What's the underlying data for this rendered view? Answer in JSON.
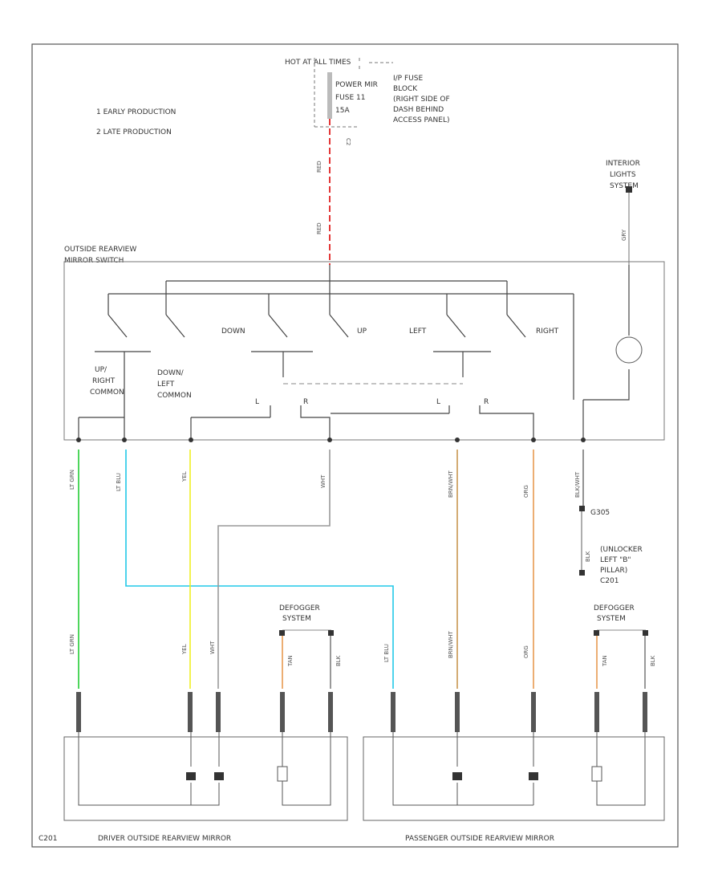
{
  "notes": {
    "early": "1  EARLY PRODUCTION",
    "late": "2  LATE PRODUCTION"
  },
  "power": {
    "hot": "HOT AT ALL TIMES",
    "fuse_lines": [
      "POWER MIR",
      "FUSE 11",
      "15A"
    ],
    "ip_fuse": [
      "I/P FUSE",
      "BLOCK",
      "(RIGHT SIDE OF",
      "DASH BEHIND",
      "ACCESS PANEL)"
    ],
    "c2": "C2"
  },
  "interior": [
    "INTERIOR",
    "LIGHTS",
    "SYSTEM"
  ],
  "switch": {
    "title": [
      "OUTSIDE REARVIEW",
      "MIRROR SWITCH"
    ],
    "down": "DOWN",
    "up": "UP",
    "left": "LEFT",
    "right": "RIGHT",
    "up_right_common": [
      "UP/",
      "RIGHT",
      "COMMON"
    ],
    "down_left_common": [
      "DOWN/",
      "LEFT",
      "COMMON"
    ],
    "L": "L",
    "R": "R"
  },
  "wires": {
    "red": "RED",
    "gry": "GRY",
    "lt_grn": "LT GRN",
    "lt_blu": "LT BLU",
    "yel": "YEL",
    "wht": "WHT",
    "brn": "BRN/WHT",
    "org": "ORG",
    "blk_wht": "BLK/WHT",
    "blk": "BLK",
    "tan": "TAN",
    "blk2": "BLK"
  },
  "ground": {
    "id": "G305",
    "desc": [
      "(UNLOCKER",
      "LEFT \"B\"",
      "PILLAR)",
      "C201"
    ]
  },
  "defogger": [
    "DEFOGGER",
    "SYSTEM"
  ],
  "mirrors": {
    "driver": "DRIVER OUTSIDE REARVIEW MIRROR",
    "passenger": "PASSENGER OUTSIDE REARVIEW MIRROR",
    "code": "C201"
  },
  "colors": {
    "red": "#e02020",
    "green": "#22cc33",
    "cyan": "#22c8e8",
    "yellow": "#eeee22",
    "orange": "#e89a50",
    "brown": "#c89650",
    "gray": "#999999",
    "dark": "#333333"
  }
}
